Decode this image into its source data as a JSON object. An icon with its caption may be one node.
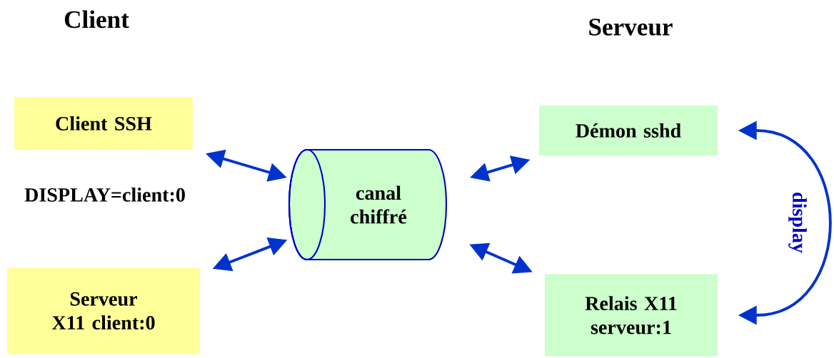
{
  "diagram": {
    "nodes": [
      {
        "text": [
          "Client SSH"
        ]
      },
      {
        "text": [
          "Serveur X11 client:0"
        ]
      },
      {
        "text": [
          "canal chiffré"
        ]
      },
      {
        "text": [
          "Démon sshd"
        ]
      },
      {
        "text": [
          "Relais X11 serveur:1"
        ]
      }
    ],
    "edges": [
      {
        "from": 0,
        "to": 2,
        "arrow": "both"
      },
      {
        "from": 1,
        "to": 2,
        "arrow": "both"
      },
      {
        "from": 2,
        "to": 3,
        "arrow": "both"
      },
      {
        "from": 2,
        "to": 4,
        "arrow": "both"
      },
      {
        "from": 3,
        "to": 4,
        "arrow": "both",
        "label": "display"
      }
    ],
    "labels": [
      "Client",
      "Serveur",
      "DISPLAY=client:0"
    ]
  }
}
